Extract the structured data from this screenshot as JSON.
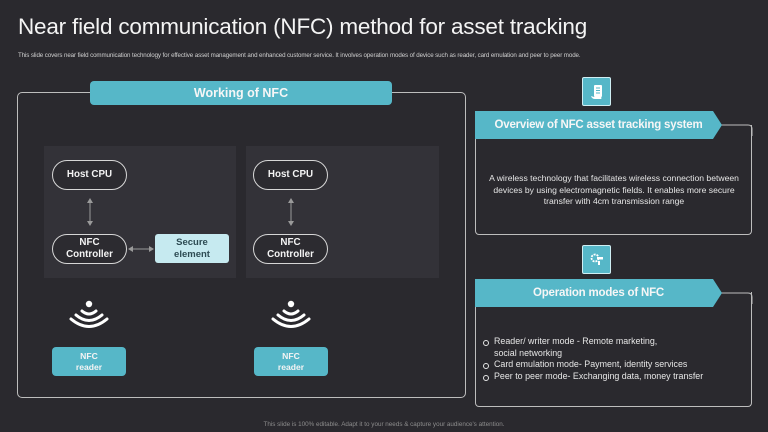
{
  "slide": {
    "title": "Near field communication (NFC) method for asset tracking",
    "subtitle": "This slide covers near field communication technology for effective asset management and enhanced customer service. It involves operation modes of device such as reader, card emulation and peer to peer mode.",
    "footer": "This slide is 100% editable. Adapt it to your needs & capture your audience's attention."
  },
  "working": {
    "header": "Working of NFC",
    "diagram_left": {
      "host_cpu": "Host CPU",
      "nfc_controller": "NFC\nController",
      "secure_element": "Secure\nelement",
      "reader_label": "NFC\nreader",
      "icon": "nfc-wave-icon"
    },
    "diagram_right": {
      "host_cpu": "Host CPU",
      "nfc_controller": "NFC\nController",
      "reader_label": "NFC\nreader",
      "icon": "nfc-wave-icon"
    }
  },
  "overview": {
    "icon": "document-scroll-icon",
    "header": "Overview of NFC asset tracking system",
    "text": "A wireless technology that facilitates wireless connection between devices by using electromagnetic fields. It enables more secure transfer with 4cm transmission range"
  },
  "operation": {
    "icon": "gear-key-icon",
    "header": "Operation modes of NFC",
    "items": [
      "Reader/ writer mode - Remote marketing,\nsocial networking",
      "Card emulation mode- Payment, identity services",
      "Peer to peer mode- Exchanging data, money transfer"
    ]
  },
  "colors": {
    "background": "#2a292e",
    "accent": "#56b7c8",
    "secure_element": "#c6eaf0",
    "diagram_panel": "#333238"
  }
}
